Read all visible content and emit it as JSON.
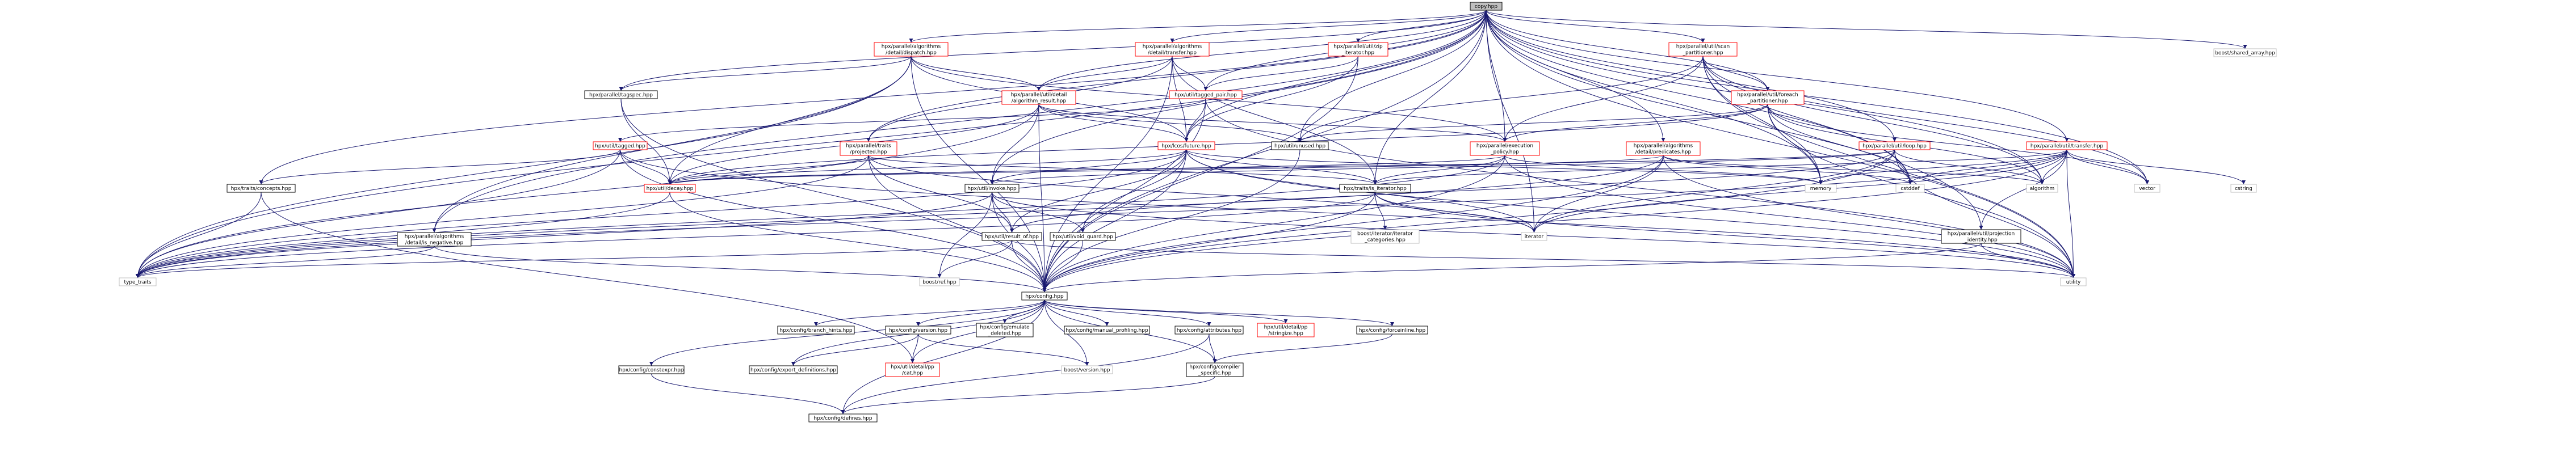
{
  "colors": {
    "edge": "#191970",
    "root_fill": "#bfbfbf",
    "link_border": "#000000",
    "broken_link_border": "#ff0000",
    "external_border": "#bfbfbf"
  },
  "nodes": [
    {
      "id": "copy",
      "lines": [
        "copy.hpp"
      ],
      "style": "root"
    },
    {
      "id": "shared_array",
      "lines": [
        "boost/shared_array.hpp"
      ],
      "style": "plain"
    },
    {
      "id": "dispatch",
      "lines": [
        "hpx/parallel/algorithms",
        "/detail/dispatch.hpp"
      ],
      "style": "red"
    },
    {
      "id": "transfer_alg",
      "lines": [
        "hpx/parallel/algorithms",
        "/detail/transfer.hpp"
      ],
      "style": "red"
    },
    {
      "id": "zip_iterator",
      "lines": [
        "hpx/parallel/util/zip",
        "_iterator.hpp"
      ],
      "style": "red"
    },
    {
      "id": "scan_partitioner",
      "lines": [
        "hpx/parallel/util/scan",
        "_partitioner.hpp"
      ],
      "style": "red"
    },
    {
      "id": "tagspec",
      "lines": [
        "hpx/parallel/tagspec.hpp"
      ],
      "style": "normal"
    },
    {
      "id": "algorithm_result",
      "lines": [
        "hpx/parallel/util/detail",
        "/algorithm_result.hpp"
      ],
      "style": "red"
    },
    {
      "id": "tagged_pair",
      "lines": [
        "hpx/util/tagged_pair.hpp"
      ],
      "style": "red"
    },
    {
      "id": "foreach_partitioner",
      "lines": [
        "hpx/parallel/util/foreach",
        "_partitioner.hpp"
      ],
      "style": "red"
    },
    {
      "id": "tagged",
      "lines": [
        "hpx/util/tagged.hpp"
      ],
      "style": "red"
    },
    {
      "id": "projected",
      "lines": [
        "hpx/parallel/traits",
        "/projected.hpp"
      ],
      "style": "red"
    },
    {
      "id": "lcos_future",
      "lines": [
        "hpx/lcos/future.hpp"
      ],
      "style": "red"
    },
    {
      "id": "unused",
      "lines": [
        "hpx/util/unused.hpp"
      ],
      "style": "normal"
    },
    {
      "id": "execution_policy",
      "lines": [
        "hpx/parallel/execution",
        "_policy.hpp"
      ],
      "style": "red"
    },
    {
      "id": "predicates",
      "lines": [
        "hpx/parallel/algorithms",
        "/detail/predicates.hpp"
      ],
      "style": "red"
    },
    {
      "id": "loop",
      "lines": [
        "hpx/parallel/util/loop.hpp"
      ],
      "style": "red"
    },
    {
      "id": "transfer_util",
      "lines": [
        "hpx/parallel/util/transfer.hpp"
      ],
      "style": "red"
    },
    {
      "id": "concepts",
      "lines": [
        "hpx/traits/concepts.hpp"
      ],
      "style": "normal"
    },
    {
      "id": "decay",
      "lines": [
        "hpx/util/decay.hpp"
      ],
      "style": "red"
    },
    {
      "id": "is_iterator",
      "lines": [
        "hpx/traits/is_iterator.hpp"
      ],
      "style": "normal"
    },
    {
      "id": "invoke",
      "lines": [
        "hpx/util/invoke.hpp"
      ],
      "style": "normal"
    },
    {
      "id": "is_negative",
      "lines": [
        "hpx/parallel/algorithms",
        "/detail/is_negative.hpp"
      ],
      "style": "normal"
    },
    {
      "id": "result_of",
      "lines": [
        "hpx/util/result_of.hpp"
      ],
      "style": "normal"
    },
    {
      "id": "void_guard",
      "lines": [
        "hpx/util/void_guard.hpp"
      ],
      "style": "normal"
    },
    {
      "id": "iterator_categories",
      "lines": [
        "boost/iterator/iterator",
        "_categories.hpp"
      ],
      "style": "plain"
    },
    {
      "id": "projection_identity",
      "lines": [
        "hpx/parallel/util/projection",
        "_identity.hpp"
      ],
      "style": "normal"
    },
    {
      "id": "memory",
      "lines": [
        "memory"
      ],
      "style": "plain"
    },
    {
      "id": "cstddef",
      "lines": [
        "cstddef"
      ],
      "style": "plain"
    },
    {
      "id": "algorithm",
      "lines": [
        "algorithm"
      ],
      "style": "plain"
    },
    {
      "id": "vector",
      "lines": [
        "vector"
      ],
      "style": "plain"
    },
    {
      "id": "cstring",
      "lines": [
        "cstring"
      ],
      "style": "plain"
    },
    {
      "id": "iterator",
      "lines": [
        "iterator"
      ],
      "style": "plain"
    },
    {
      "id": "type_traits",
      "lines": [
        "type_traits"
      ],
      "style": "plain"
    },
    {
      "id": "utility",
      "lines": [
        "utility"
      ],
      "style": "plain"
    },
    {
      "id": "boost_ref",
      "lines": [
        "boost/ref.hpp"
      ],
      "style": "plain"
    },
    {
      "id": "config",
      "lines": [
        "hpx/config.hpp"
      ],
      "style": "normal"
    },
    {
      "id": "branch_hints",
      "lines": [
        "hpx/config/branch_hints.hpp"
      ],
      "style": "normal"
    },
    {
      "id": "version",
      "lines": [
        "hpx/config/version.hpp"
      ],
      "style": "normal"
    },
    {
      "id": "emulate_deleted",
      "lines": [
        "hpx/config/emulate",
        "_deleted.hpp"
      ],
      "style": "normal"
    },
    {
      "id": "manual_profiling",
      "lines": [
        "hpx/config/manual_profiling.hpp"
      ],
      "style": "normal"
    },
    {
      "id": "attributes",
      "lines": [
        "hpx/config/attributes.hpp"
      ],
      "style": "normal"
    },
    {
      "id": "stringize",
      "lines": [
        "hpx/util/detail/pp",
        "/stringize.hpp"
      ],
      "style": "red"
    },
    {
      "id": "forceinline",
      "lines": [
        "hpx/config/forceinline.hpp"
      ],
      "style": "normal"
    },
    {
      "id": "constexpr",
      "lines": [
        "hpx/config/constexpr.hpp"
      ],
      "style": "normal"
    },
    {
      "id": "export_definitions",
      "lines": [
        "hpx/config/export_definitions.hpp"
      ],
      "style": "normal"
    },
    {
      "id": "pp_cat",
      "lines": [
        "hpx/util/detail/pp",
        "/cat.hpp"
      ],
      "style": "red"
    },
    {
      "id": "boost_version",
      "lines": [
        "boost/version.hpp"
      ],
      "style": "plain"
    },
    {
      "id": "compiler_specific",
      "lines": [
        "hpx/config/compiler",
        "_specific.hpp"
      ],
      "style": "normal"
    },
    {
      "id": "defines",
      "lines": [
        "hpx/config/defines.hpp"
      ],
      "style": "normal"
    }
  ],
  "edges": [
    [
      "copy",
      "shared_array"
    ],
    [
      "copy",
      "dispatch"
    ],
    [
      "copy",
      "transfer_alg"
    ],
    [
      "copy",
      "zip_iterator"
    ],
    [
      "copy",
      "scan_partitioner"
    ],
    [
      "copy",
      "tagspec"
    ],
    [
      "copy",
      "algorithm_result"
    ],
    [
      "copy",
      "tagged_pair"
    ],
    [
      "copy",
      "foreach_partitioner"
    ],
    [
      "copy",
      "projected"
    ],
    [
      "copy",
      "lcos_future"
    ],
    [
      "copy",
      "unused"
    ],
    [
      "copy",
      "execution_policy"
    ],
    [
      "copy",
      "predicates"
    ],
    [
      "copy",
      "loop"
    ],
    [
      "copy",
      "transfer_util"
    ],
    [
      "copy",
      "concepts"
    ],
    [
      "copy",
      "is_iterator"
    ],
    [
      "copy",
      "invoke"
    ],
    [
      "copy",
      "is_negative"
    ],
    [
      "copy",
      "config"
    ],
    [
      "copy",
      "memory"
    ],
    [
      "copy",
      "cstddef"
    ],
    [
      "copy",
      "algorithm"
    ],
    [
      "copy",
      "vector"
    ],
    [
      "copy",
      "iterator"
    ],
    [
      "copy",
      "type_traits"
    ],
    [
      "copy",
      "utility"
    ],
    [
      "copy",
      "projection_identity"
    ],
    [
      "dispatch",
      "tagspec"
    ],
    [
      "dispatch",
      "algorithm_result"
    ],
    [
      "dispatch",
      "lcos_future"
    ],
    [
      "dispatch",
      "decay"
    ],
    [
      "dispatch",
      "type_traits"
    ],
    [
      "dispatch",
      "config"
    ],
    [
      "dispatch",
      "execution_policy"
    ],
    [
      "dispatch",
      "is_negative"
    ],
    [
      "transfer_alg",
      "algorithm_result"
    ],
    [
      "transfer_alg",
      "tagged_pair"
    ],
    [
      "transfer_alg",
      "lcos_future"
    ],
    [
      "transfer_alg",
      "is_iterator"
    ],
    [
      "transfer_alg",
      "projected"
    ],
    [
      "transfer_alg",
      "config"
    ],
    [
      "zip_iterator",
      "tagged_pair"
    ],
    [
      "zip_iterator",
      "lcos_future"
    ],
    [
      "zip_iterator",
      "config"
    ],
    [
      "scan_partitioner",
      "foreach_partitioner"
    ],
    [
      "scan_partitioner",
      "unused"
    ],
    [
      "scan_partitioner",
      "execution_policy"
    ],
    [
      "scan_partitioner",
      "memory"
    ],
    [
      "scan_partitioner",
      "algorithm"
    ],
    [
      "scan_partitioner",
      "vector"
    ],
    [
      "scan_partitioner",
      "cstddef"
    ],
    [
      "scan_partitioner",
      "utility"
    ],
    [
      "tagspec",
      "config"
    ],
    [
      "tagspec",
      "decay"
    ],
    [
      "algorithm_result",
      "lcos_future"
    ],
    [
      "algorithm_result",
      "unused"
    ],
    [
      "algorithm_result",
      "invoke"
    ],
    [
      "algorithm_result",
      "decay"
    ],
    [
      "algorithm_result",
      "type_traits"
    ],
    [
      "algorithm_result",
      "config"
    ],
    [
      "algorithm_result",
      "execution_policy"
    ],
    [
      "tagged_pair",
      "tagged"
    ],
    [
      "tagged_pair",
      "utility"
    ],
    [
      "tagged_pair",
      "config"
    ],
    [
      "tagged_pair",
      "lcos_future"
    ],
    [
      "foreach_partitioner",
      "execution_policy"
    ],
    [
      "foreach_partitioner",
      "unused"
    ],
    [
      "foreach_partitioner",
      "cstddef"
    ],
    [
      "foreach_partitioner",
      "algorithm"
    ],
    [
      "foreach_partitioner",
      "memory"
    ],
    [
      "foreach_partitioner",
      "vector"
    ],
    [
      "foreach_partitioner",
      "utility"
    ],
    [
      "foreach_partitioner",
      "decay"
    ],
    [
      "tagged",
      "decay"
    ],
    [
      "tagged",
      "concepts"
    ],
    [
      "tagged",
      "type_traits"
    ],
    [
      "tagged",
      "utility"
    ],
    [
      "tagged",
      "config"
    ],
    [
      "projected",
      "decay"
    ],
    [
      "projected",
      "is_iterator"
    ],
    [
      "projected",
      "result_of"
    ],
    [
      "projected",
      "type_traits"
    ],
    [
      "projected",
      "iterator"
    ],
    [
      "projected",
      "config"
    ],
    [
      "lcos_future",
      "decay"
    ],
    [
      "lcos_future",
      "invoke"
    ],
    [
      "lcos_future",
      "result_of"
    ],
    [
      "lcos_future",
      "void_guard"
    ],
    [
      "lcos_future",
      "iterator"
    ],
    [
      "lcos_future",
      "type_traits"
    ],
    [
      "lcos_future",
      "utility"
    ],
    [
      "lcos_future",
      "memory"
    ],
    [
      "lcos_future",
      "config"
    ],
    [
      "lcos_future",
      "is_iterator"
    ],
    [
      "unused",
      "config"
    ],
    [
      "execution_policy",
      "decay"
    ],
    [
      "execution_policy",
      "is_iterator"
    ],
    [
      "execution_policy",
      "memory"
    ],
    [
      "execution_policy",
      "type_traits"
    ],
    [
      "execution_policy",
      "utility"
    ],
    [
      "execution_policy",
      "config"
    ],
    [
      "predicates",
      "decay"
    ],
    [
      "predicates",
      "iterator"
    ],
    [
      "predicates",
      "algorithm"
    ],
    [
      "predicates",
      "cstddef"
    ],
    [
      "predicates",
      "config"
    ],
    [
      "predicates",
      "type_traits"
    ],
    [
      "predicates",
      "utility"
    ],
    [
      "loop",
      "decay"
    ],
    [
      "loop",
      "invoke"
    ],
    [
      "loop",
      "algorithm"
    ],
    [
      "loop",
      "cstddef"
    ],
    [
      "loop",
      "iterator"
    ],
    [
      "loop",
      "utility"
    ],
    [
      "loop",
      "config"
    ],
    [
      "loop",
      "result_of"
    ],
    [
      "transfer_util",
      "is_iterator"
    ],
    [
      "transfer_util",
      "cstring"
    ],
    [
      "transfer_util",
      "cstddef"
    ],
    [
      "transfer_util",
      "memory"
    ],
    [
      "transfer_util",
      "iterator"
    ],
    [
      "transfer_util",
      "type_traits"
    ],
    [
      "transfer_util",
      "utility"
    ],
    [
      "transfer_util",
      "config"
    ],
    [
      "transfer_util",
      "projection_identity"
    ],
    [
      "transfer_util",
      "vector"
    ],
    [
      "transfer_util",
      "algorithm"
    ],
    [
      "concepts",
      "type_traits"
    ],
    [
      "concepts",
      "pp_cat"
    ],
    [
      "decay",
      "type_traits"
    ],
    [
      "decay",
      "config"
    ],
    [
      "is_iterator",
      "iterator_categories"
    ],
    [
      "is_iterator",
      "iterator"
    ],
    [
      "is_iterator",
      "type_traits"
    ],
    [
      "is_iterator",
      "utility"
    ],
    [
      "is_iterator",
      "config"
    ],
    [
      "invoke",
      "result_of"
    ],
    [
      "invoke",
      "void_guard"
    ],
    [
      "invoke",
      "boost_ref"
    ],
    [
      "invoke",
      "type_traits"
    ],
    [
      "invoke",
      "utility"
    ],
    [
      "invoke",
      "config"
    ],
    [
      "is_negative",
      "type_traits"
    ],
    [
      "is_negative",
      "config"
    ],
    [
      "result_of",
      "boost_ref"
    ],
    [
      "result_of",
      "type_traits"
    ],
    [
      "result_of",
      "utility"
    ],
    [
      "result_of",
      "config"
    ],
    [
      "void_guard",
      "config"
    ],
    [
      "projection_identity",
      "utility"
    ],
    [
      "projection_identity",
      "config"
    ],
    [
      "config",
      "branch_hints"
    ],
    [
      "config",
      "version"
    ],
    [
      "config",
      "emulate_deleted"
    ],
    [
      "config",
      "manual_profiling"
    ],
    [
      "config",
      "attributes"
    ],
    [
      "config",
      "stringize"
    ],
    [
      "config",
      "forceinline"
    ],
    [
      "config",
      "constexpr"
    ],
    [
      "config",
      "export_definitions"
    ],
    [
      "config",
      "pp_cat"
    ],
    [
      "config",
      "boost_version"
    ],
    [
      "config",
      "compiler_specific"
    ],
    [
      "config",
      "defines"
    ],
    [
      "version",
      "export_definitions"
    ],
    [
      "version",
      "pp_cat"
    ],
    [
      "version",
      "boost_version"
    ],
    [
      "attributes",
      "compiler_specific"
    ],
    [
      "attributes",
      "defines"
    ],
    [
      "forceinline",
      "compiler_specific"
    ],
    [
      "constexpr",
      "defines"
    ],
    [
      "compiler_specific",
      "defines"
    ]
  ]
}
